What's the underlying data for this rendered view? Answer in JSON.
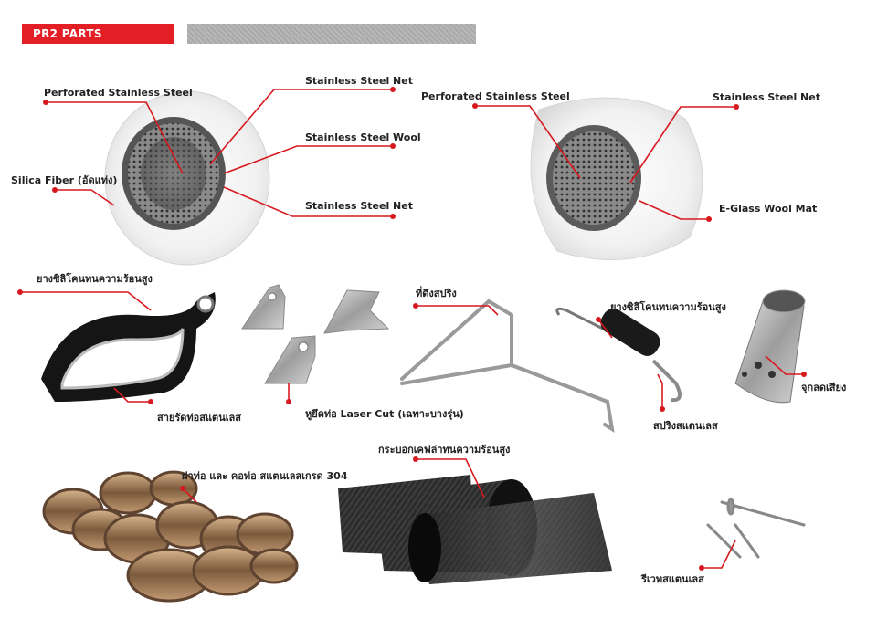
{
  "header": {
    "title": "PR2 PARTS"
  },
  "colors": {
    "accent": "#e31e24",
    "bar": "#b3b3b3"
  },
  "callouts": {
    "perforated_1": "Perforated Stainless Steel",
    "net_top_1": "Stainless Steel Net",
    "wool_1": "Stainless Steel Wool",
    "net_bottom_1": "Stainless Steel Net",
    "silica": "Silica Fiber (อัดแท่ง)",
    "perforated_2": "Perforated Stainless Steel",
    "net_2": "Stainless Steel Net",
    "eglass": "E-Glass Wool Mat",
    "silicone_strap": "ยางซิลิโคนทนความร้อนสูง",
    "steel_strap": "สายรัดท่อสแตนเลส",
    "bracket": "หูยึดท่อ Laser Cut (เฉพาะบางรุ่น)",
    "spring_puller": "ที่ดึงสปริง",
    "silicone_spring": "ยางซิลิโคนทนความร้อนสูง",
    "spring": "สปริงสแตนเลส",
    "db_killer": "จุกลดเสียง",
    "tips": "ฝาท่อ และ คอท่อ สแตนเลสเกรด 304",
    "carbon": "กระบอกเคฟล่าทนความร้อนสูง",
    "rivet": "รีเวทสแตนเลส"
  }
}
